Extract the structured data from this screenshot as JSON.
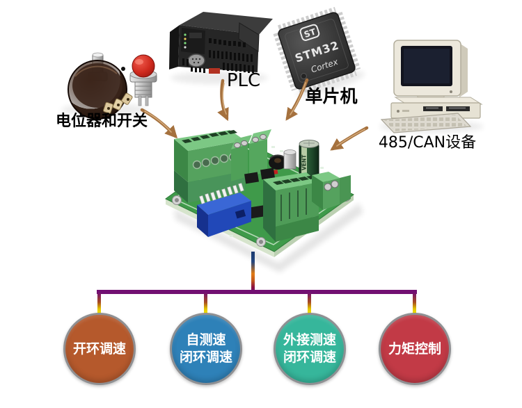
{
  "devices": {
    "potentiometer_switch": {
      "label": "电位器和开关"
    },
    "plc": {
      "label": "PLC"
    },
    "mcu": {
      "label": "单片机",
      "chip": {
        "logo": "ST",
        "name": "STM32",
        "core": "Cortex"
      }
    },
    "can485": {
      "label": "485/CAN设备"
    }
  },
  "board": {
    "capacitor_text": "VENT"
  },
  "modes": [
    {
      "label_lines": [
        "开环调速"
      ],
      "color": "#b5592c"
    },
    {
      "label_lines": [
        "自测速",
        "闭环调速"
      ],
      "color": "#2e81b8"
    },
    {
      "label_lines": [
        "外接测速",
        "闭环调速"
      ],
      "color": "#36b69b"
    },
    {
      "label_lines": [
        "力矩控制"
      ],
      "color": "#c23a46"
    }
  ],
  "palette": {
    "arrow": "#a5713e",
    "connector_bar": "#720f72",
    "connector_drop_yellow": "#f6ec00",
    "stem_blue": "#1b3a70",
    "stem_orange": "#e27b12",
    "circle_border": "#8f9093",
    "pcb_green": "#3f9a4a",
    "terminal_green": "#74c17c",
    "dip_blue": "#2a50c8"
  }
}
